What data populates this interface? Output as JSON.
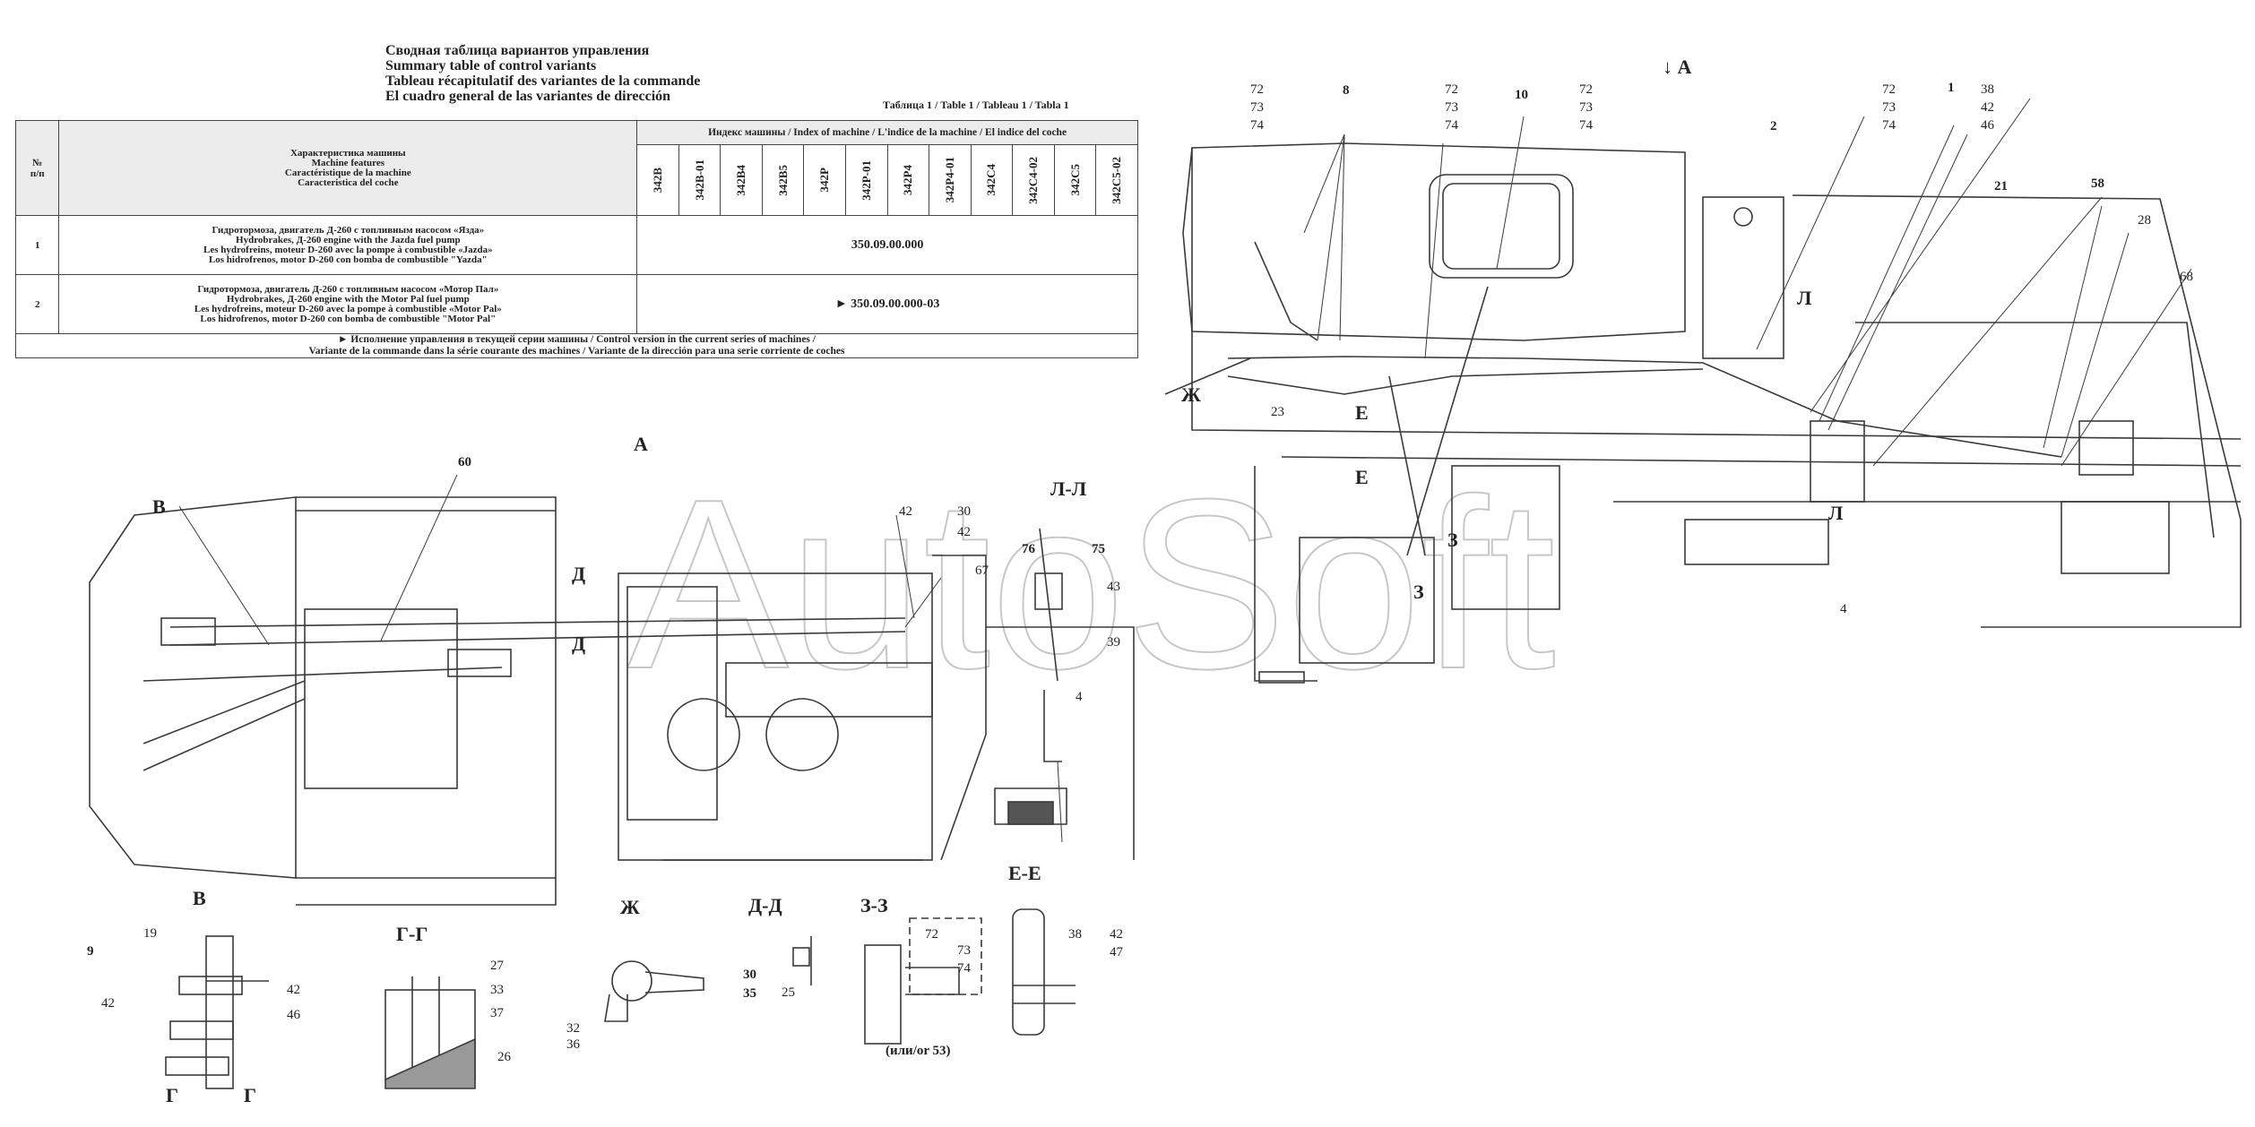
{
  "titles": [
    "Сводная таблица вариантов управления",
    "Summary table of control variants",
    "Tableau récapitulatif des variantes de la commande",
    "El cuadro general de las variantes de dirección"
  ],
  "table_ref": "Таблица 1 / Table 1 / Tableau 1 / Tabla 1",
  "table": {
    "num_header": "№\nп/п",
    "feature_header": "Характеристика машины\nMachine features\nCaractéristique de la machine\nCaracteristica del coche",
    "index_header": "Индекс машины / Index of machine / L'indice de la machine / El indice del coche",
    "models": [
      "342В",
      "342В-01",
      "342В4",
      "342В5",
      "342Р",
      "342Р-01",
      "342Р4",
      "342Р4-01",
      "342С4",
      "342С4-02",
      "342С5",
      "342С5-02"
    ],
    "rows": [
      {
        "num": "1",
        "feature": "Гидротормоза, двигатель Д-260 с топливным насосом «Язда»\nHydrobrakes, Д-260 engine with the Jazda fuel pump\nLes hydrofreins, moteur D-260 avec la pompe à combustible «Jazda»\nLos hidrofrenos, motor D-260 con bomba de combustible \"Yazda\"",
        "value": "350.09.00.000"
      },
      {
        "num": "2",
        "feature": "Гидротормоза, двигатель Д-260 с топливным насосом «Мотор Пал»\nHydrobrakes, Д-260 engine with the Motor Pal fuel pump\nLes hydrofreins, moteur D-260 avec la pompe à combustible «Motor Pal»\nLos hidrofrenos, motor D-260 con bomba de combustible \"Motor Pal\"",
        "value": "► 350.09.00.000-03"
      }
    ],
    "note": "► Исполнение управления  в текущей серии машины  /  Control version in the current series of machines  /\nVariante de la commande dans la série courante des machines / Variante de la dirección para una serie corriente de coches"
  },
  "watermark": "AutoSoft",
  "views": {
    "A_top": "А",
    "A_top_arrow": "↓ А",
    "A_plan": "А",
    "LL": "Л-Л",
    "B_main": "В",
    "B_detail": "В",
    "GG": "Г-Г",
    "ZH": "Ж",
    "DD": "Д-Д",
    "ZZ": "З-З",
    "EE": "Е-Е"
  },
  "callouts": {
    "c72_1": "72",
    "c73_1": "73",
    "c74_1": "74",
    "c8": "8",
    "c72_2": "72",
    "c73_2": "73",
    "c74_2": "74",
    "c10": "10",
    "c72_3": "72",
    "c73_3": "73",
    "c74_3": "74",
    "c2": "2",
    "c72_4": "72",
    "c73_4": "73",
    "c74_4": "74",
    "c1": "1",
    "c38a": "38",
    "c42a": "42",
    "c46a": "46",
    "c21": "21",
    "c58": "58",
    "c28": "28",
    "c68": "68",
    "mL_top": "Л",
    "mL_bot": "Л",
    "mZh": "Ж",
    "c23": "23",
    "mE1": "Е",
    "mE2": "Е",
    "mZ1": "З",
    "mZ2": "З",
    "c4_top": "4",
    "c60": "60",
    "c42b": "42",
    "c30": "30",
    "c42c": "42",
    "c67": "67",
    "mD1": "Д",
    "mD2": "Д",
    "c76": "76",
    "c75": "75",
    "c43": "43",
    "c39": "39",
    "c4_mid": "4",
    "c9": "9",
    "c19": "19",
    "c42d": "42",
    "c42e": "42",
    "c46b": "46",
    "mG1": "Г",
    "mG2": "Г",
    "c27": "27",
    "c33": "33",
    "c37": "37",
    "c26": "26",
    "c32": "32",
    "c36": "36",
    "c30b": "30",
    "c35": "35",
    "c25": "25",
    "c72_5": "72",
    "c73_5": "73",
    "c74_5": "74",
    "c53": "(или/or  53)",
    "c38b": "38",
    "c42f": "42",
    "c47": "47"
  },
  "colors": {
    "line": "#3a3a3a",
    "watermark": "#9a9a9a",
    "shade": "#ececec"
  }
}
